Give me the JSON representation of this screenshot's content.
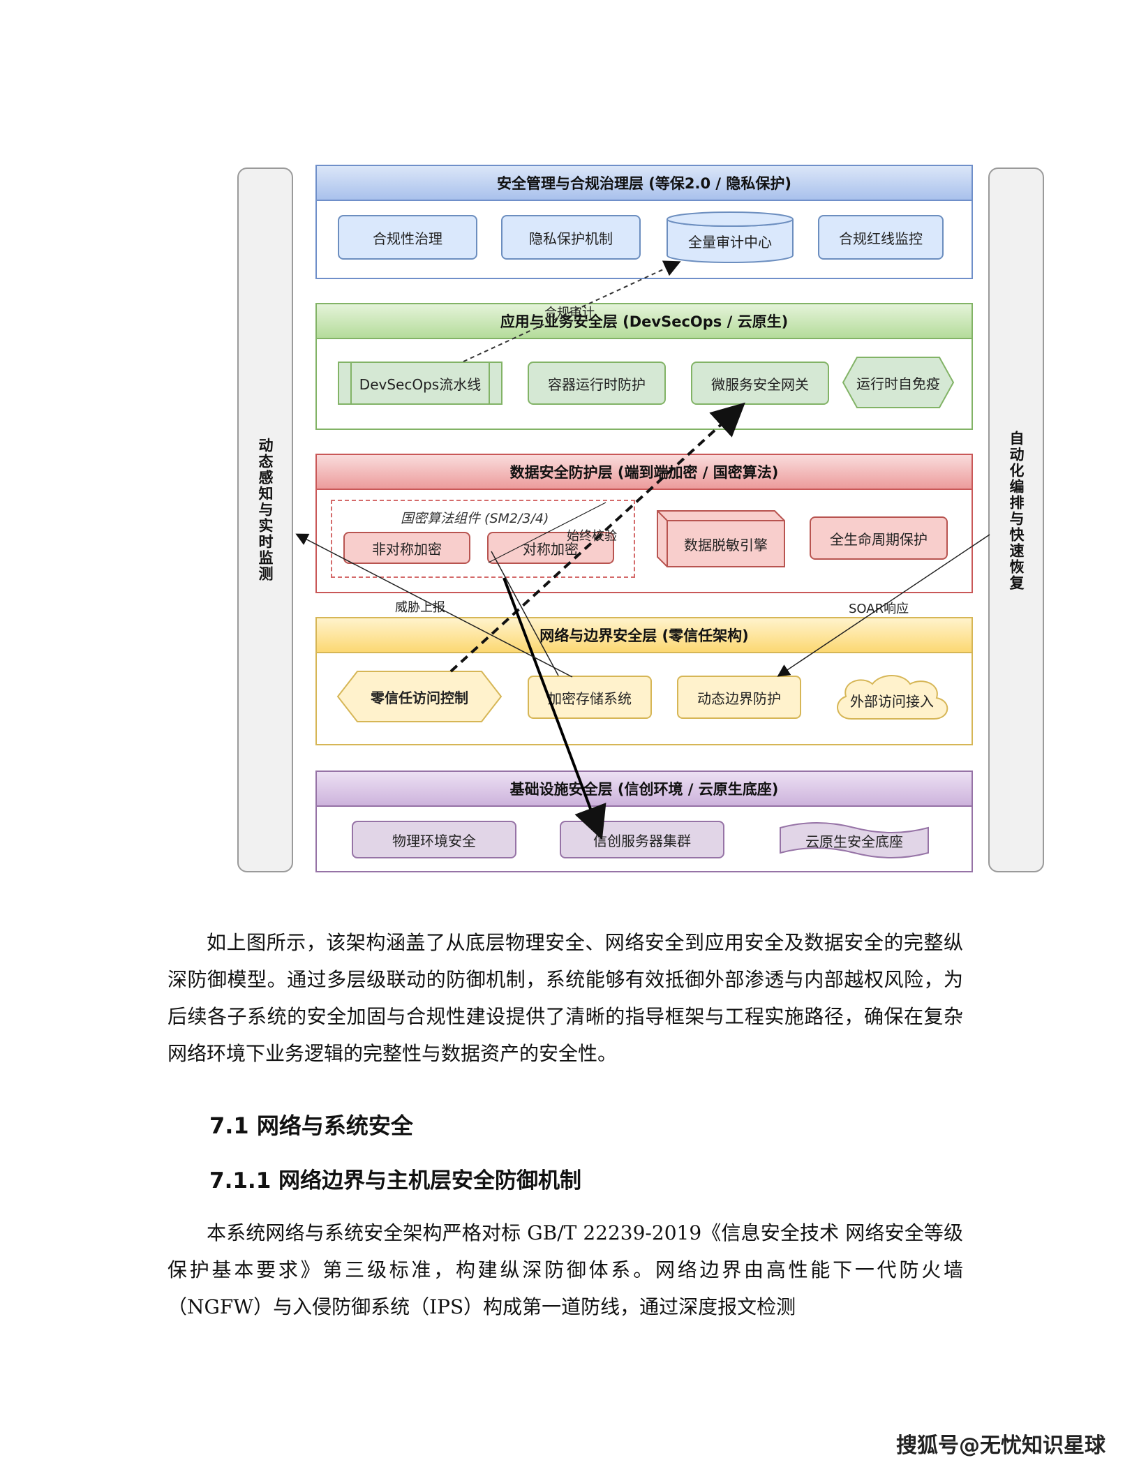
{
  "diagram": {
    "left_column": "动态感知与实时监测",
    "right_column": "自动化编排与快速恢复",
    "layers": {
      "management": {
        "title": "安全管理与合规治理层 (等保2.0 / 隐私保护)",
        "nodes": [
          "合规性治理",
          "隐私保护机制",
          "全量审计中心",
          "合规红线监控"
        ]
      },
      "application": {
        "title": "应用与业务安全层 (DevSecOps / 云原生)",
        "nodes": [
          "DevSecOps流水线",
          "容器运行时防护",
          "微服务安全网关",
          "运行时自免疫"
        ]
      },
      "data": {
        "title": "数据安全防护层 (端到端加密 / 国密算法)",
        "group_title": "国密算法组件 (SM2/3/4)",
        "nodes": [
          "非对称加密",
          "对称加密",
          "数据脱敏引擎",
          "全生命周期保护"
        ]
      },
      "network": {
        "title": "网络与边界安全层 (零信任架构)",
        "nodes": [
          "零信任访问控制",
          "加密存储系统",
          "动态边界防护",
          "外部访问接入"
        ]
      },
      "infrastructure": {
        "title": "基础设施安全层 (信创环境 / 云原生底座)",
        "nodes": [
          "物理环境安全",
          "信创服务器集群",
          "云原生安全底座"
        ]
      }
    },
    "edge_labels": {
      "compliance_audit": "合规审计",
      "end_to_end_check": "始终校验",
      "threat_report": "威胁上报",
      "soar_response": "SOAR响应"
    }
  },
  "paragraph_1": "如上图所示，该架构涵盖了从底层物理安全、网络安全到应用安全及数据安全的完整纵深防御模型。通过多层级联动的防御机制，系统能够有效抵御外部渗透与内部越权风险，为后续各子系统的安全加固与合规性建设提供了清晰的指导框架与工程实施路径，确保在复杂网络环境下业务逻辑的完整性与数据资产的安全性。",
  "heading_7_1": "7.1 网络与系统安全",
  "heading_7_1_1": "7.1.1 网络边界与主机层安全防御机制",
  "paragraph_2": "本系统网络与系统安全架构严格对标 GB/T 22239-2019《信息安全技术 网络安全等级保护基本要求》第三级标准，构建纵深防御体系。网络边界由高性能下一代防火墙（NGFW）与入侵防御系统（IPS）构成第一道防线，通过深度报文检测",
  "footer": "搜狐号@无忧知识星球"
}
